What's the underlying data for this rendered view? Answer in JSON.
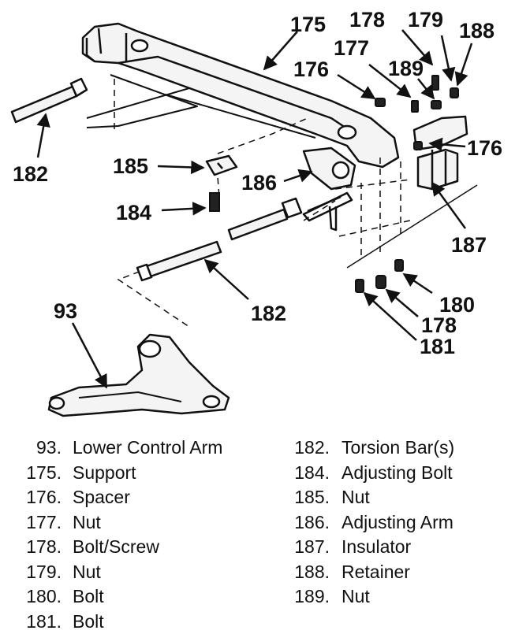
{
  "callouts": {
    "c175": "175",
    "c178a": "178",
    "c179": "179",
    "c188": "188",
    "c177": "177",
    "c176a": "176",
    "c189": "189",
    "c176b": "176",
    "c182a": "182",
    "c185": "185",
    "c186": "186",
    "c184": "184",
    "c187": "187",
    "c93": "93",
    "c182b": "182",
    "c180": "180",
    "c178b": "178",
    "c181": "181"
  },
  "legend": {
    "left": [
      {
        "num": "93.",
        "desc": "Lower Control Arm"
      },
      {
        "num": "175.",
        "desc": "Support"
      },
      {
        "num": "176.",
        "desc": "Spacer"
      },
      {
        "num": "177.",
        "desc": "Nut"
      },
      {
        "num": "178.",
        "desc": "Bolt/Screw"
      },
      {
        "num": "179.",
        "desc": "Nut"
      },
      {
        "num": "180.",
        "desc": "Bolt"
      },
      {
        "num": "181.",
        "desc": "Bolt"
      }
    ],
    "right": [
      {
        "num": "182.",
        "desc": "Torsion Bar(s)"
      },
      {
        "num": "184.",
        "desc": "Adjusting Bolt"
      },
      {
        "num": "185.",
        "desc": "Nut"
      },
      {
        "num": "186.",
        "desc": "Adjusting Arm"
      },
      {
        "num": "187.",
        "desc": "Insulator"
      },
      {
        "num": "188.",
        "desc": "Retainer"
      },
      {
        "num": "189.",
        "desc": "Nut"
      }
    ]
  },
  "colors": {
    "ink": "#111111",
    "paper": "#ffffff"
  }
}
